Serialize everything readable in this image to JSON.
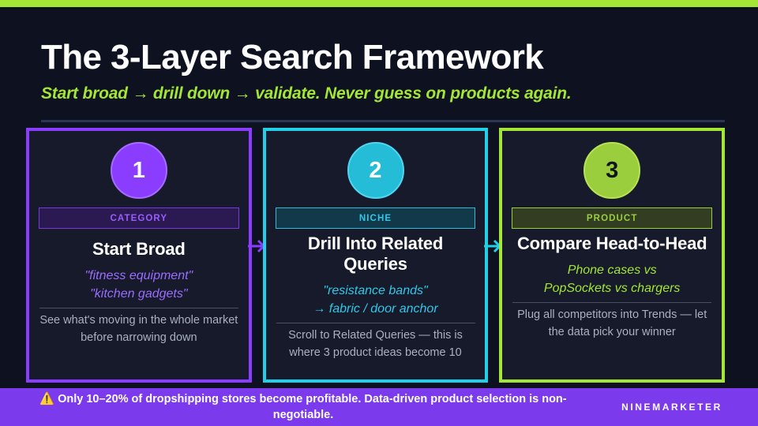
{
  "theme": {
    "background": "#0e1120",
    "accent_green": "#a3e635",
    "accent_purple": "#8b3dff",
    "accent_cyan": "#22cfe8",
    "footer_purple": "#7c3aed",
    "card_background": "#161a2b"
  },
  "header": {
    "title": "The 3-Layer Search Framework",
    "subtitle": "Start broad → drill down → validate. Never guess on products again."
  },
  "cards": [
    {
      "number": "1",
      "badge": "CATEGORY",
      "title": "Start Broad",
      "example": "\"fitness equipment\"\n\"kitchen gadgets\"",
      "example_lines": [
        "\"fitness equipment\"",
        "\"kitchen gadgets\""
      ],
      "description": "See what's moving in the whole market before narrowing down",
      "color": "#8b3dff"
    },
    {
      "number": "2",
      "badge": "NICHE",
      "title": "Drill Into Related Queries",
      "example": "\"resistance bands\"\n→ fabric / door anchor",
      "example_lines": [
        "\"resistance bands\"",
        "→ fabric / door anchor"
      ],
      "description": "Scroll to Related Queries — this is where 3 product ideas become 10",
      "color": "#22cfe8"
    },
    {
      "number": "3",
      "badge": "PRODUCT",
      "title": "Compare Head-to-Head",
      "example": "Phone cases vs PopSockets vs chargers",
      "example_lines": [
        "Phone cases vs",
        "PopSockets vs chargers"
      ],
      "description": "Plug all competitors into Trends — let the data pick your winner",
      "color": "#a3e635"
    }
  ],
  "connectors": [
    {
      "icon": "arrow-right-icon",
      "color": "#8b3dff"
    },
    {
      "icon": "arrow-right-icon",
      "color": "#22cfe8"
    }
  ],
  "footer": {
    "warning_icon": "⚠️",
    "note": "Only 10–20% of dropshipping stores become profitable. Data-driven product selection is non-negotiable.",
    "brand": "NINEMARKETER"
  }
}
